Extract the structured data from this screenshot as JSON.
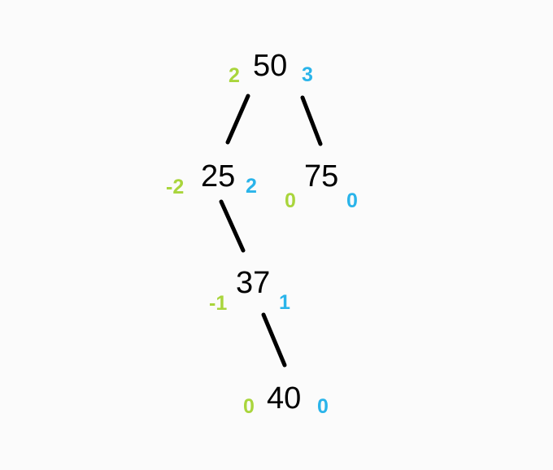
{
  "colors": {
    "background": "#fbfbfb",
    "edge": "#000000",
    "key": "#000000",
    "left_annotation": "#a9d53c",
    "right_annotation": "#2ab4ea"
  },
  "tree": {
    "nodes": [
      {
        "id": "n50",
        "key": "50",
        "left": "2",
        "right": "3"
      },
      {
        "id": "n25",
        "key": "25",
        "left": "-2",
        "right": "2"
      },
      {
        "id": "n75",
        "key": "75",
        "left": "0",
        "right": "0"
      },
      {
        "id": "n37",
        "key": "37",
        "left": "-1",
        "right": "1"
      },
      {
        "id": "n40",
        "key": "40",
        "left": "0",
        "right": "0"
      }
    ],
    "edges": [
      {
        "from": "50",
        "to": "25"
      },
      {
        "from": "50",
        "to": "75"
      },
      {
        "from": "25",
        "to": "37"
      },
      {
        "from": "37",
        "to": "40"
      }
    ]
  }
}
